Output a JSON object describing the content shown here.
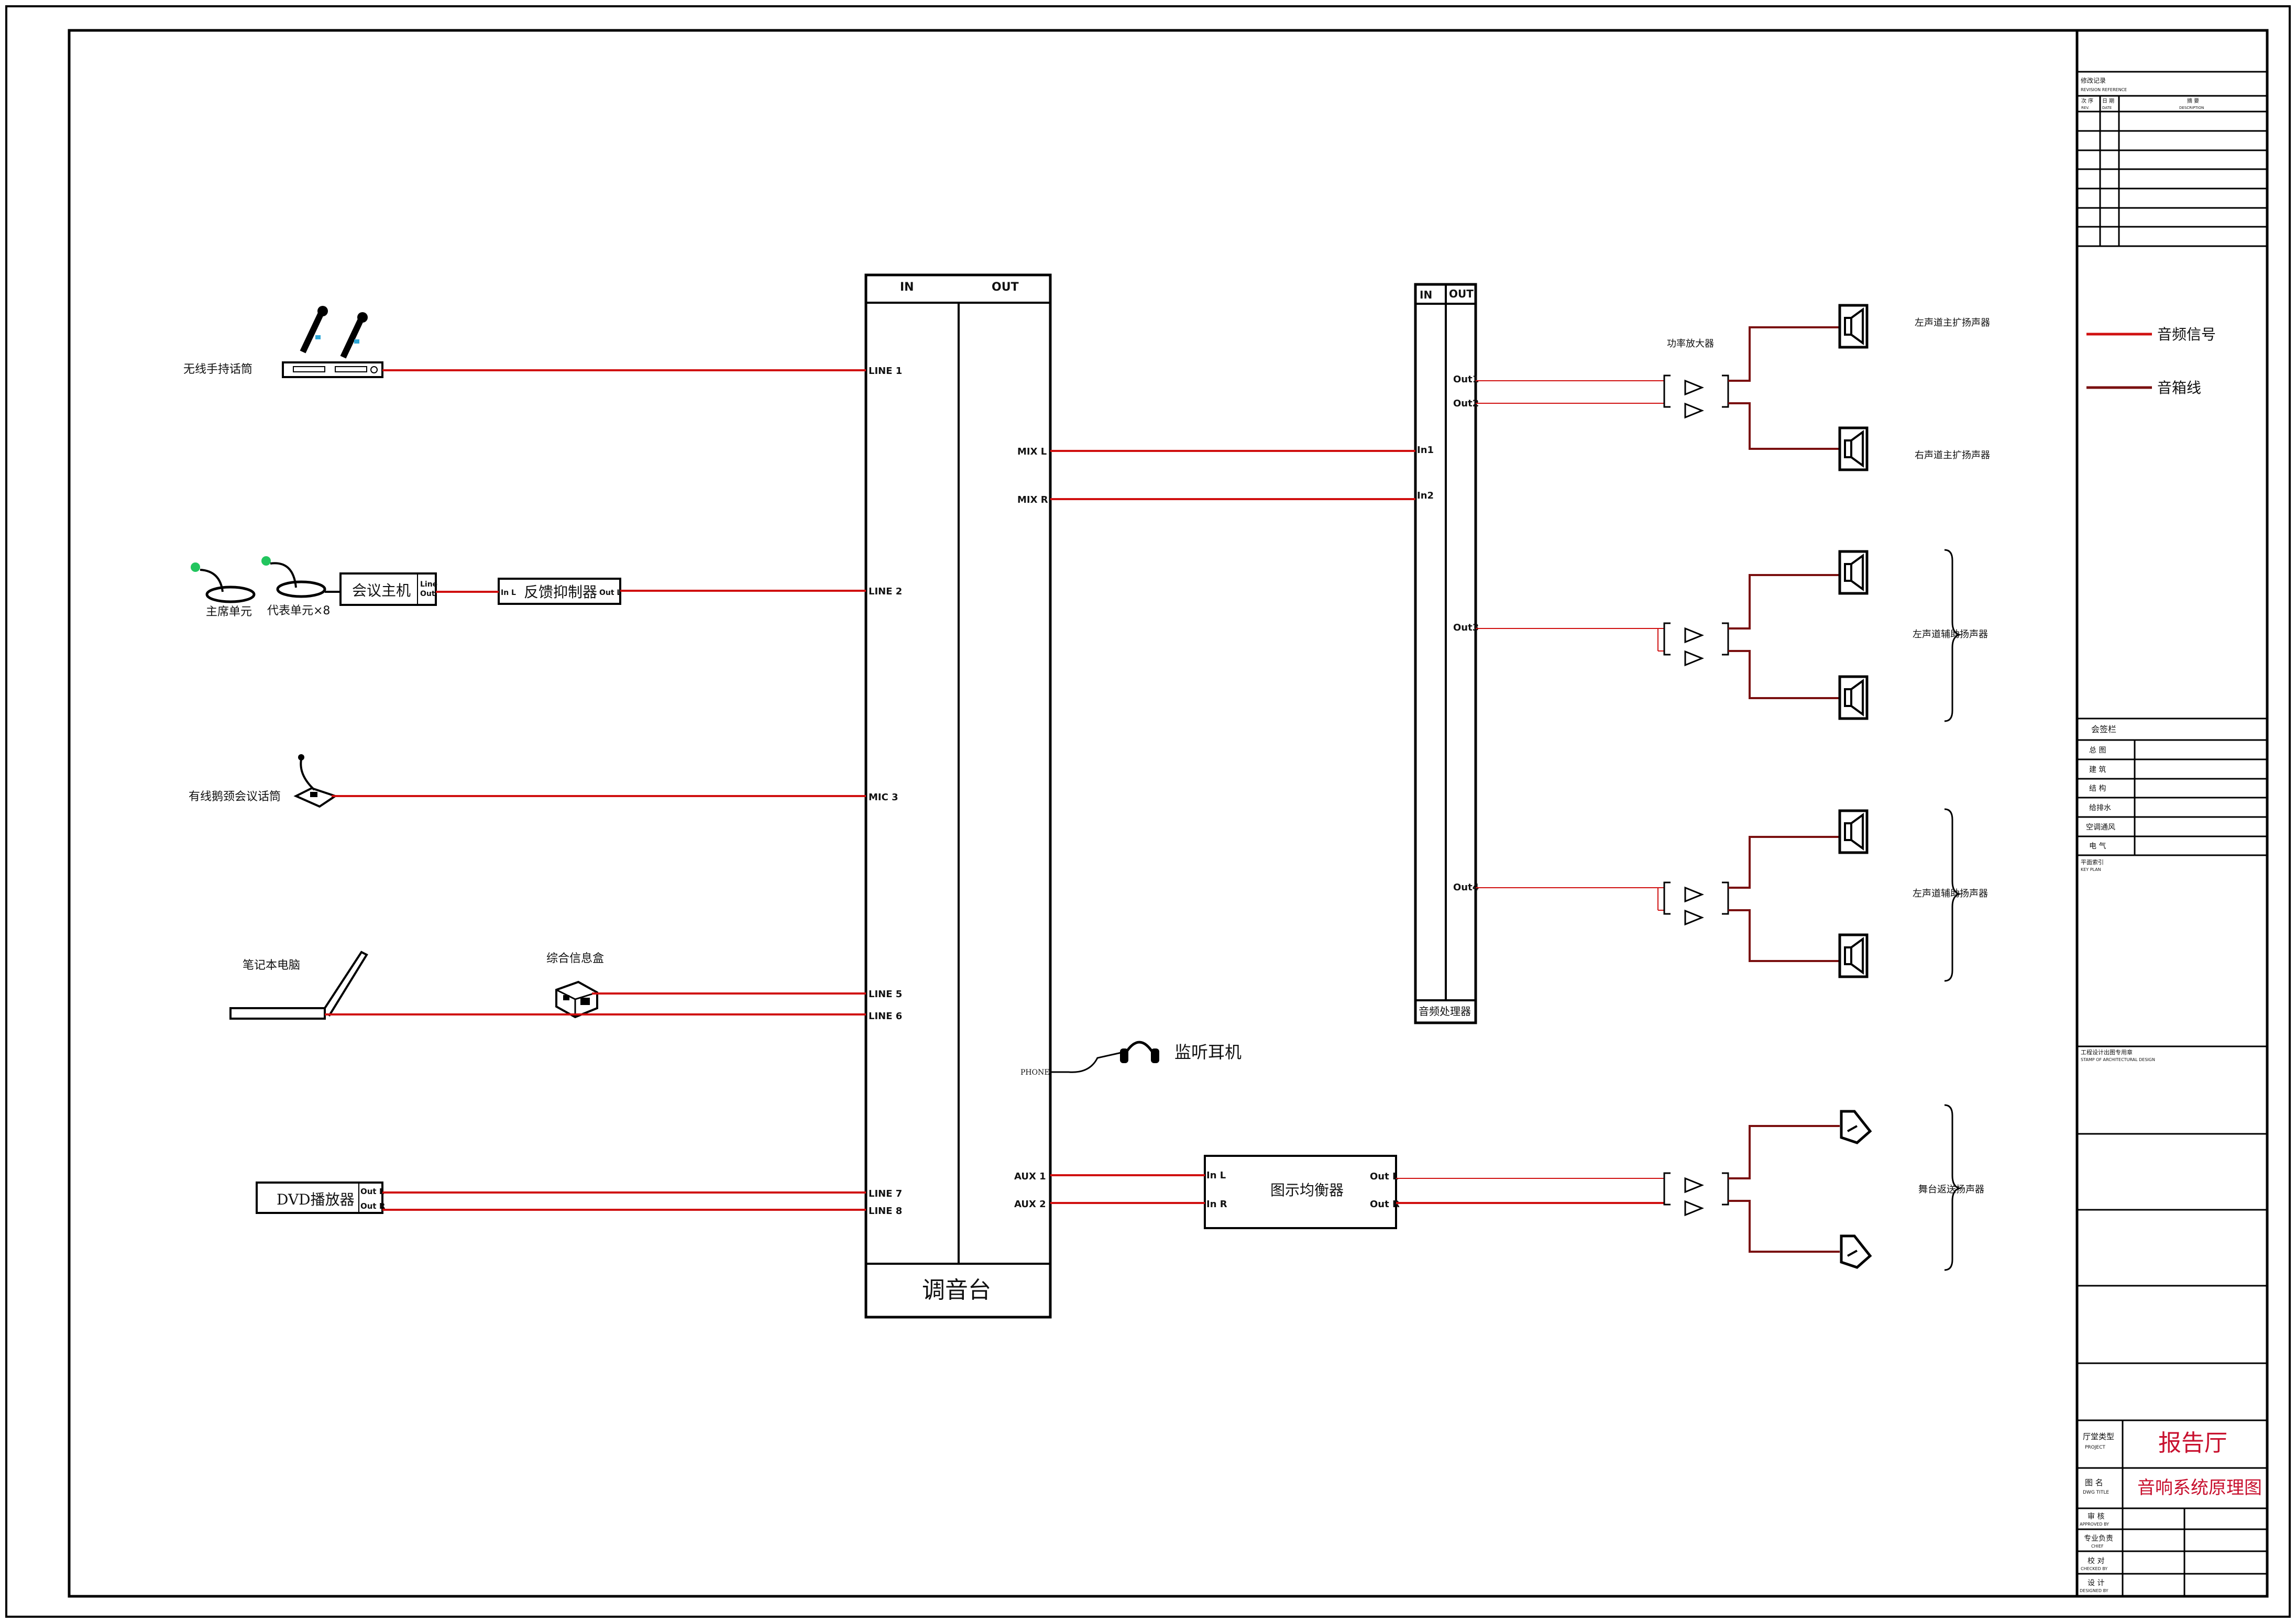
{
  "colors": {
    "audio_signal": "#d01010",
    "speaker_line": "#7a1010",
    "title_red": "#c8102e",
    "frame": "#000000",
    "mic_led": "#22c55e"
  },
  "sources": {
    "wireless_mic": "无线手持话筒",
    "chairman_unit": "主席单元",
    "delegate_unit": "代表单元×8",
    "conference_host": "会议主机",
    "feedback_suppressor": "反馈抑制器",
    "gooseneck_mic": "有线鹅颈会议话筒",
    "laptop": "笔记本电脑",
    "info_box": "综合信息盒",
    "dvd_player": "DVD播放器"
  },
  "port_labels": {
    "line_out": "Line\nOut",
    "in_l": "In L",
    "out_l": "Out L",
    "out_r": "Out R",
    "line1": "LINE 1",
    "line2": "LINE 2",
    "mic3": "MIC 3",
    "line5": "LINE 5",
    "line6": "LINE 6",
    "line7": "LINE 7",
    "line8": "LINE 8",
    "mix_l": "MIX L",
    "mix_r": "MIX R",
    "phone": "PHONE",
    "aux1": "AUX 1",
    "aux2": "AUX 2",
    "in1": "In1",
    "in2": "In2",
    "out1": "Out1",
    "out2": "Out2",
    "out3": "Out3",
    "out4": "Out4",
    "geq_in_l": "In L",
    "geq_in_r": "In R",
    "geq_out_l": "Out L",
    "geq_out_r": "Out R"
  },
  "mixer": {
    "in": "IN",
    "out": "OUT",
    "name": "调音台"
  },
  "processor": {
    "in": "IN",
    "out": "OUT",
    "name": "音频处理器"
  },
  "monitor_headphones": "监听耳机",
  "graphic_eq": "图示均衡器",
  "power_amp": "功率放大器",
  "speakers": {
    "left_main": "左声道主扩扬声器",
    "right_main": "右声道主扩扬声器",
    "left_aux_1": "左声道辅助扬声器",
    "left_aux_2": "左声道辅助扬声器",
    "stage_monitor": "舞台返送扬声器"
  },
  "legend": {
    "audio_signal": "音频信号",
    "speaker_cable": "音箱线"
  },
  "title_block": {
    "revision_title": "修改记录",
    "revision_title_en": "REVISION REFERENCE",
    "rev_col1": "次 序",
    "rev_col1_en": "REV.",
    "rev_col2": "日 期",
    "rev_col2_en": "DATE",
    "rev_col3": "摘 要",
    "rev_col3_en": "DESCRIPTION",
    "sign_title": "会签栏",
    "sign_rows": [
      "总 图",
      "建 筑",
      "结 构",
      "给排水",
      "空调通风",
      "电 气"
    ],
    "key_plan": "平面索引",
    "key_plan_en": "KEY PLAN",
    "stamp": "工程设计出图专用章",
    "stamp_en": "STAMP OF ARCHITECTURAL DESIGN",
    "project_label": "厅堂类型",
    "project_label_en": "PROJECT",
    "project_value": "报告厅",
    "drawing_label": "图 名",
    "drawing_label_en": "DWG TITLE",
    "drawing_value": "音响系统原理图",
    "roles": [
      {
        "cn": "审 核",
        "en": "APPROVED BY"
      },
      {
        "cn": "专业负责",
        "en": "CHIEF"
      },
      {
        "cn": "校 对",
        "en": "CHECKED BY"
      },
      {
        "cn": "设 计",
        "en": "DESIGNED BY"
      }
    ]
  }
}
